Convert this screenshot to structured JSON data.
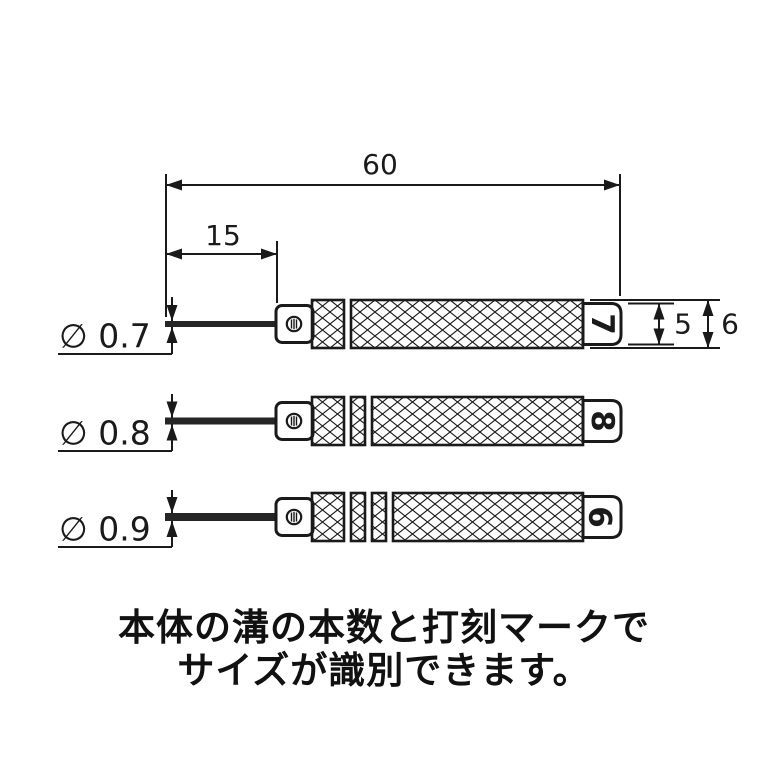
{
  "dimensions": {
    "overall_length": "60",
    "pin_length": "15",
    "end_cap_height": "5",
    "body_height": "6"
  },
  "tools": [
    {
      "diameter_label": "∅ 0.7",
      "stamp": "7",
      "groove_count": 1
    },
    {
      "diameter_label": "∅ 0.8",
      "stamp": "8",
      "groove_count": 2
    },
    {
      "diameter_label": "∅ 0.9",
      "stamp": "9",
      "groove_count": 3
    }
  ],
  "caption": {
    "line1": "本体の溝の本数と打刻マークで",
    "line2": "サイズが識別できます。"
  },
  "colors": {
    "line": "#1a1a1a",
    "background": "#ffffff"
  }
}
